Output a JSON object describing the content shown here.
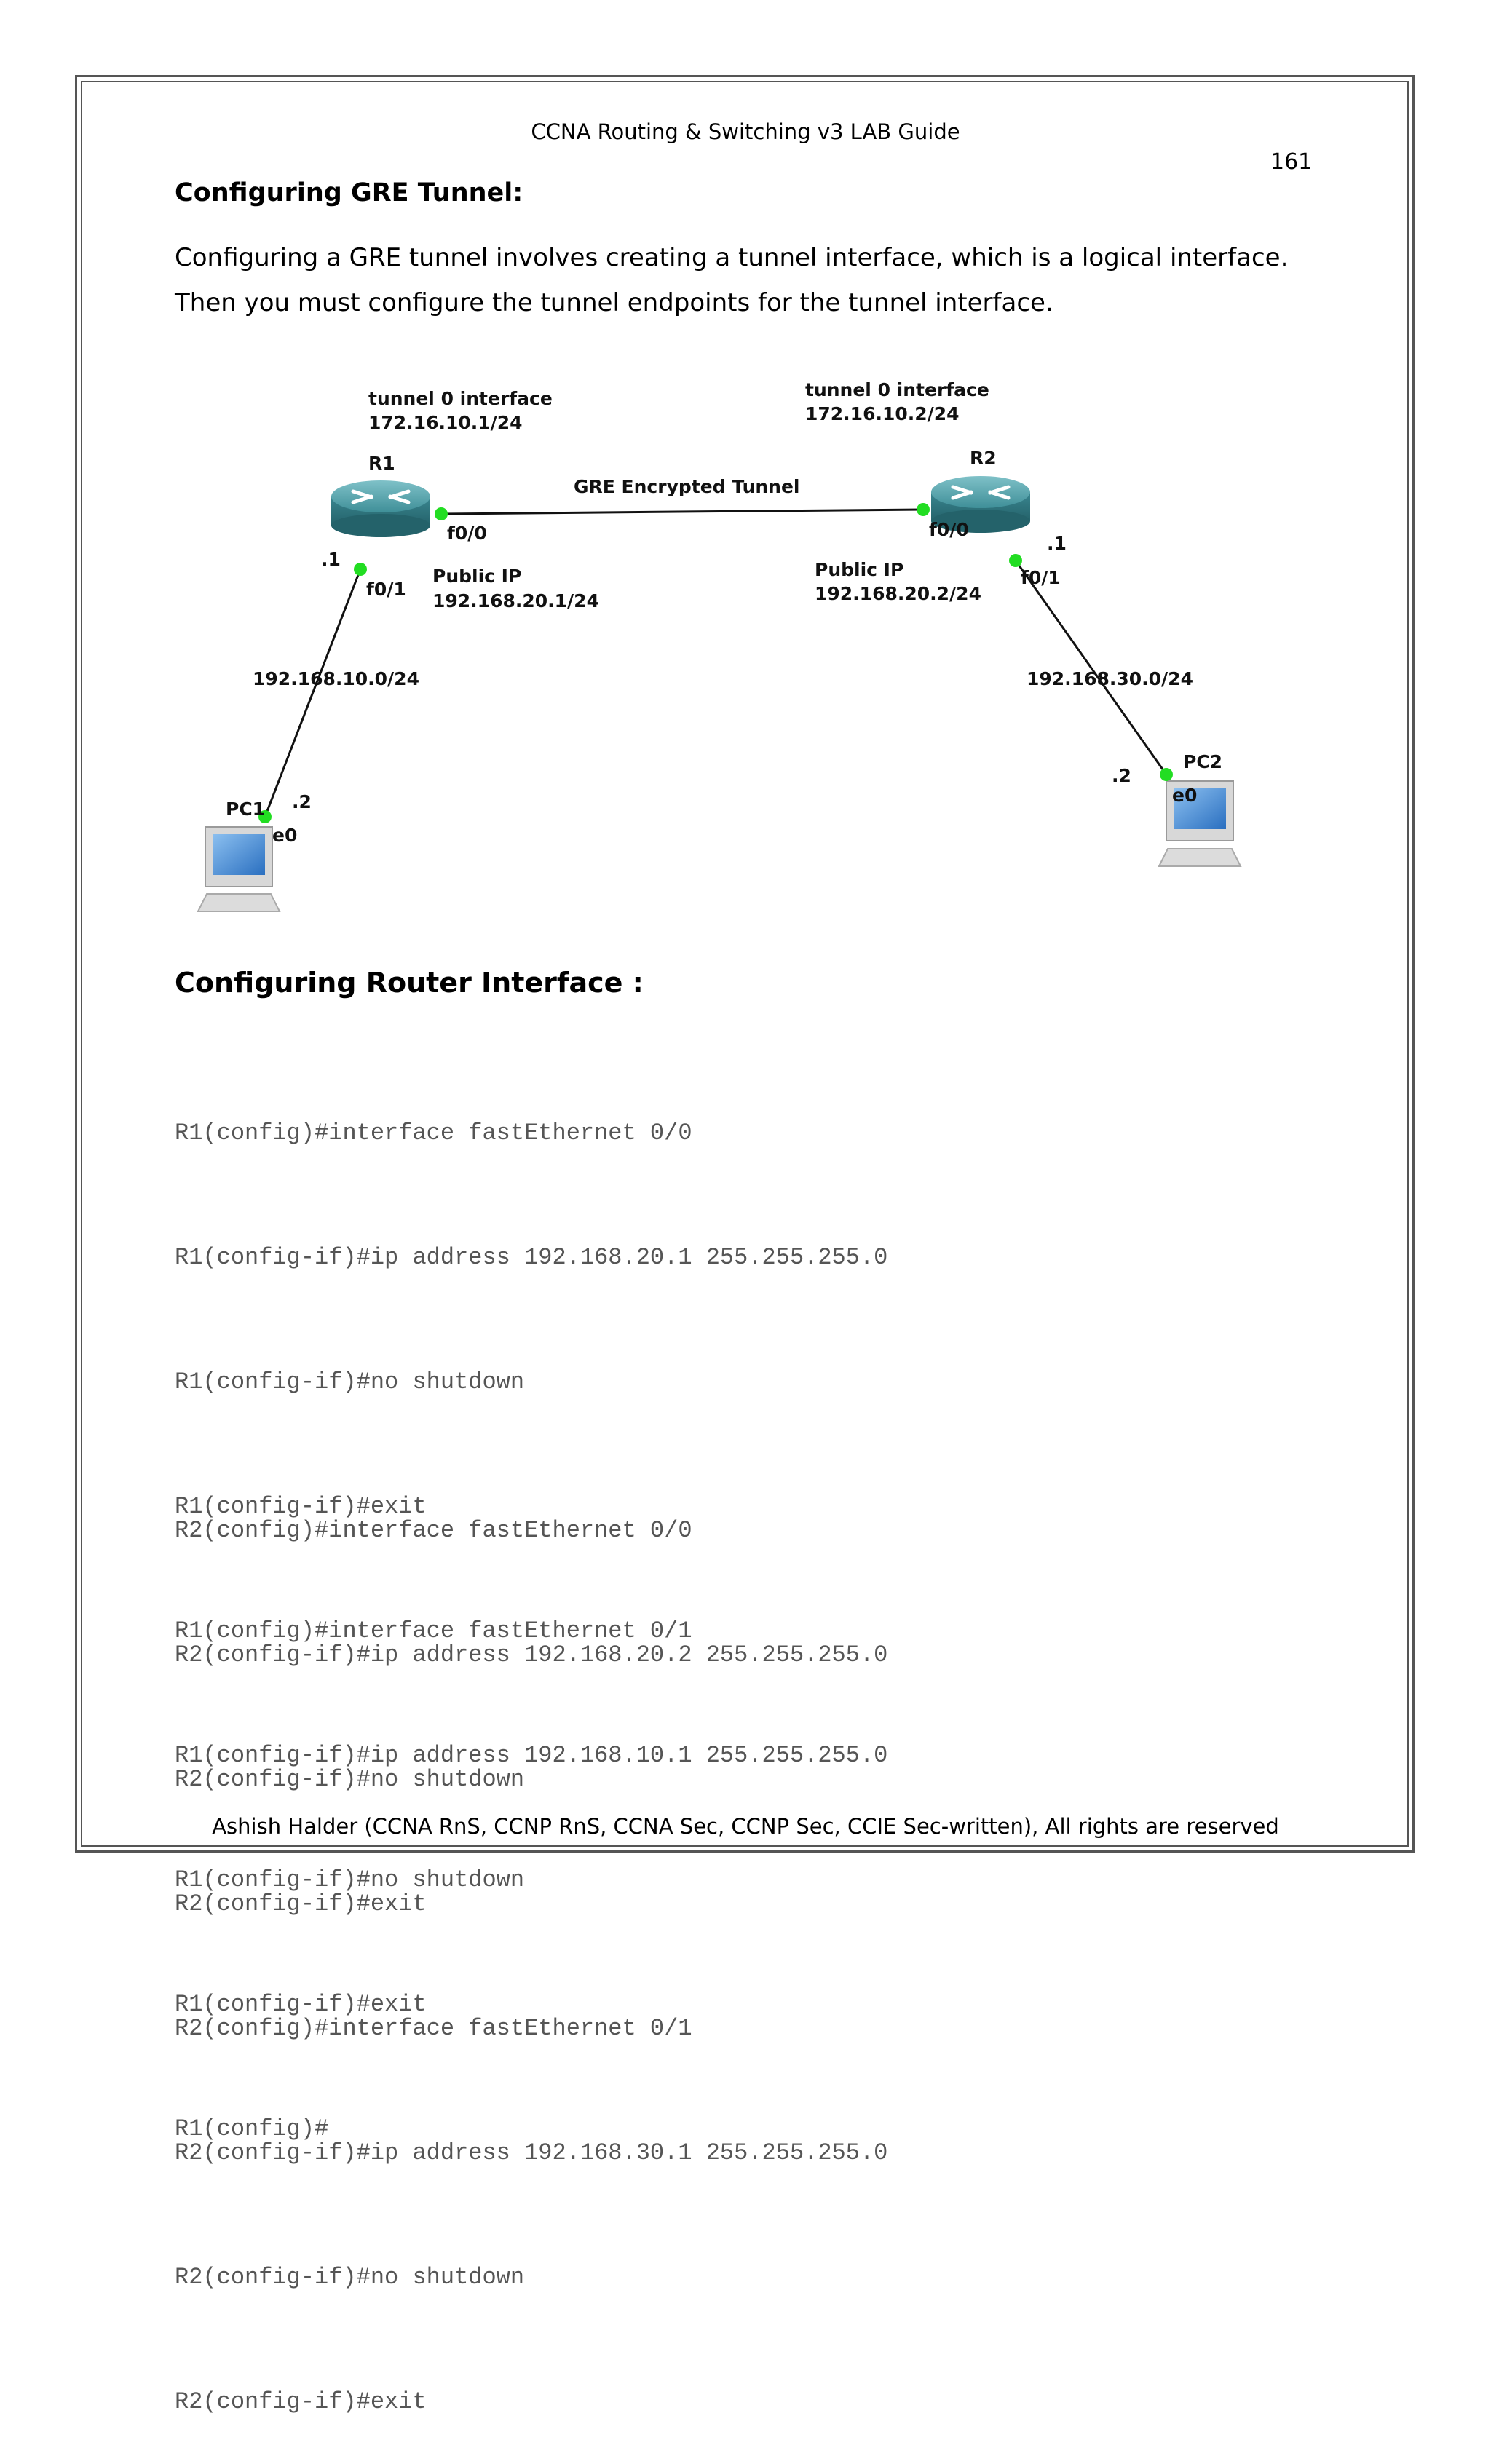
{
  "header": {
    "running_title": "CCNA Routing & Switching v3 LAB Guide",
    "page_number": "161"
  },
  "section1": {
    "heading": "Configuring GRE Tunnel:",
    "lines": [
      "Configuring a GRE tunnel involves creating a tunnel interface, which is a logical interface.",
      "Then you must configure the tunnel endpoints for the tunnel interface."
    ]
  },
  "diagram": {
    "r1": {
      "name": "R1",
      "tunnel_label": "tunnel 0 interface",
      "tunnel_ip": "172.16.10.1/24",
      "f00": "f0/0",
      "f01": "f0/1",
      "dot1": ".1",
      "public_label": "Public IP",
      "public_ip": "192.168.20.1/24"
    },
    "r2": {
      "name": "R2",
      "tunnel_label": "tunnel 0 interface",
      "tunnel_ip": "172.16.10.2/24",
      "f00": "f0/0",
      "f01": "f0/1",
      "dot1": ".1",
      "public_label": "Public IP",
      "public_ip": "192.168.20.2/24"
    },
    "tunnel_label": "GRE Encrypted Tunnel",
    "lan1": "192.168.10.0/24",
    "lan2": "192.168.30.0/24",
    "pc1": {
      "name": "PC1",
      "dot": ".2",
      "port": "e0"
    },
    "pc2": {
      "name": "PC2",
      "dot": ".2",
      "port": "e0"
    },
    "colors": {
      "router": "#3f8f98",
      "link_dot": "#22dd22",
      "link": "#111111"
    }
  },
  "section2": {
    "heading": "Configuring Router Interface :"
  },
  "config_r1": [
    "R1(config)#interface fastEthernet 0/0",
    "R1(config-if)#ip address 192.168.20.1 255.255.255.0",
    "R1(config-if)#no shutdown",
    "R1(config-if)#exit",
    "R1(config)#interface fastEthernet 0/1",
    "R1(config-if)#ip address 192.168.10.1 255.255.255.0",
    "R1(config-if)#no shutdown",
    "R1(config-if)#exit",
    "R1(config)#"
  ],
  "config_r2": [
    "R2(config)#interface fastEthernet 0/0",
    "R2(config-if)#ip address 192.168.20.2 255.255.255.0",
    "R2(config-if)#no shutdown",
    "R2(config-if)#exit",
    "R2(config)#interface fastEthernet 0/1",
    "R2(config-if)#ip address 192.168.30.1 255.255.255.0",
    "R2(config-if)#no shutdown",
    "R2(config-if)#exit"
  ],
  "footer": {
    "text": "Ashish Halder (CCNA RnS, CCNP RnS, CCNA Sec, CCNP Sec, CCIE Sec-written), All rights are reserved"
  }
}
